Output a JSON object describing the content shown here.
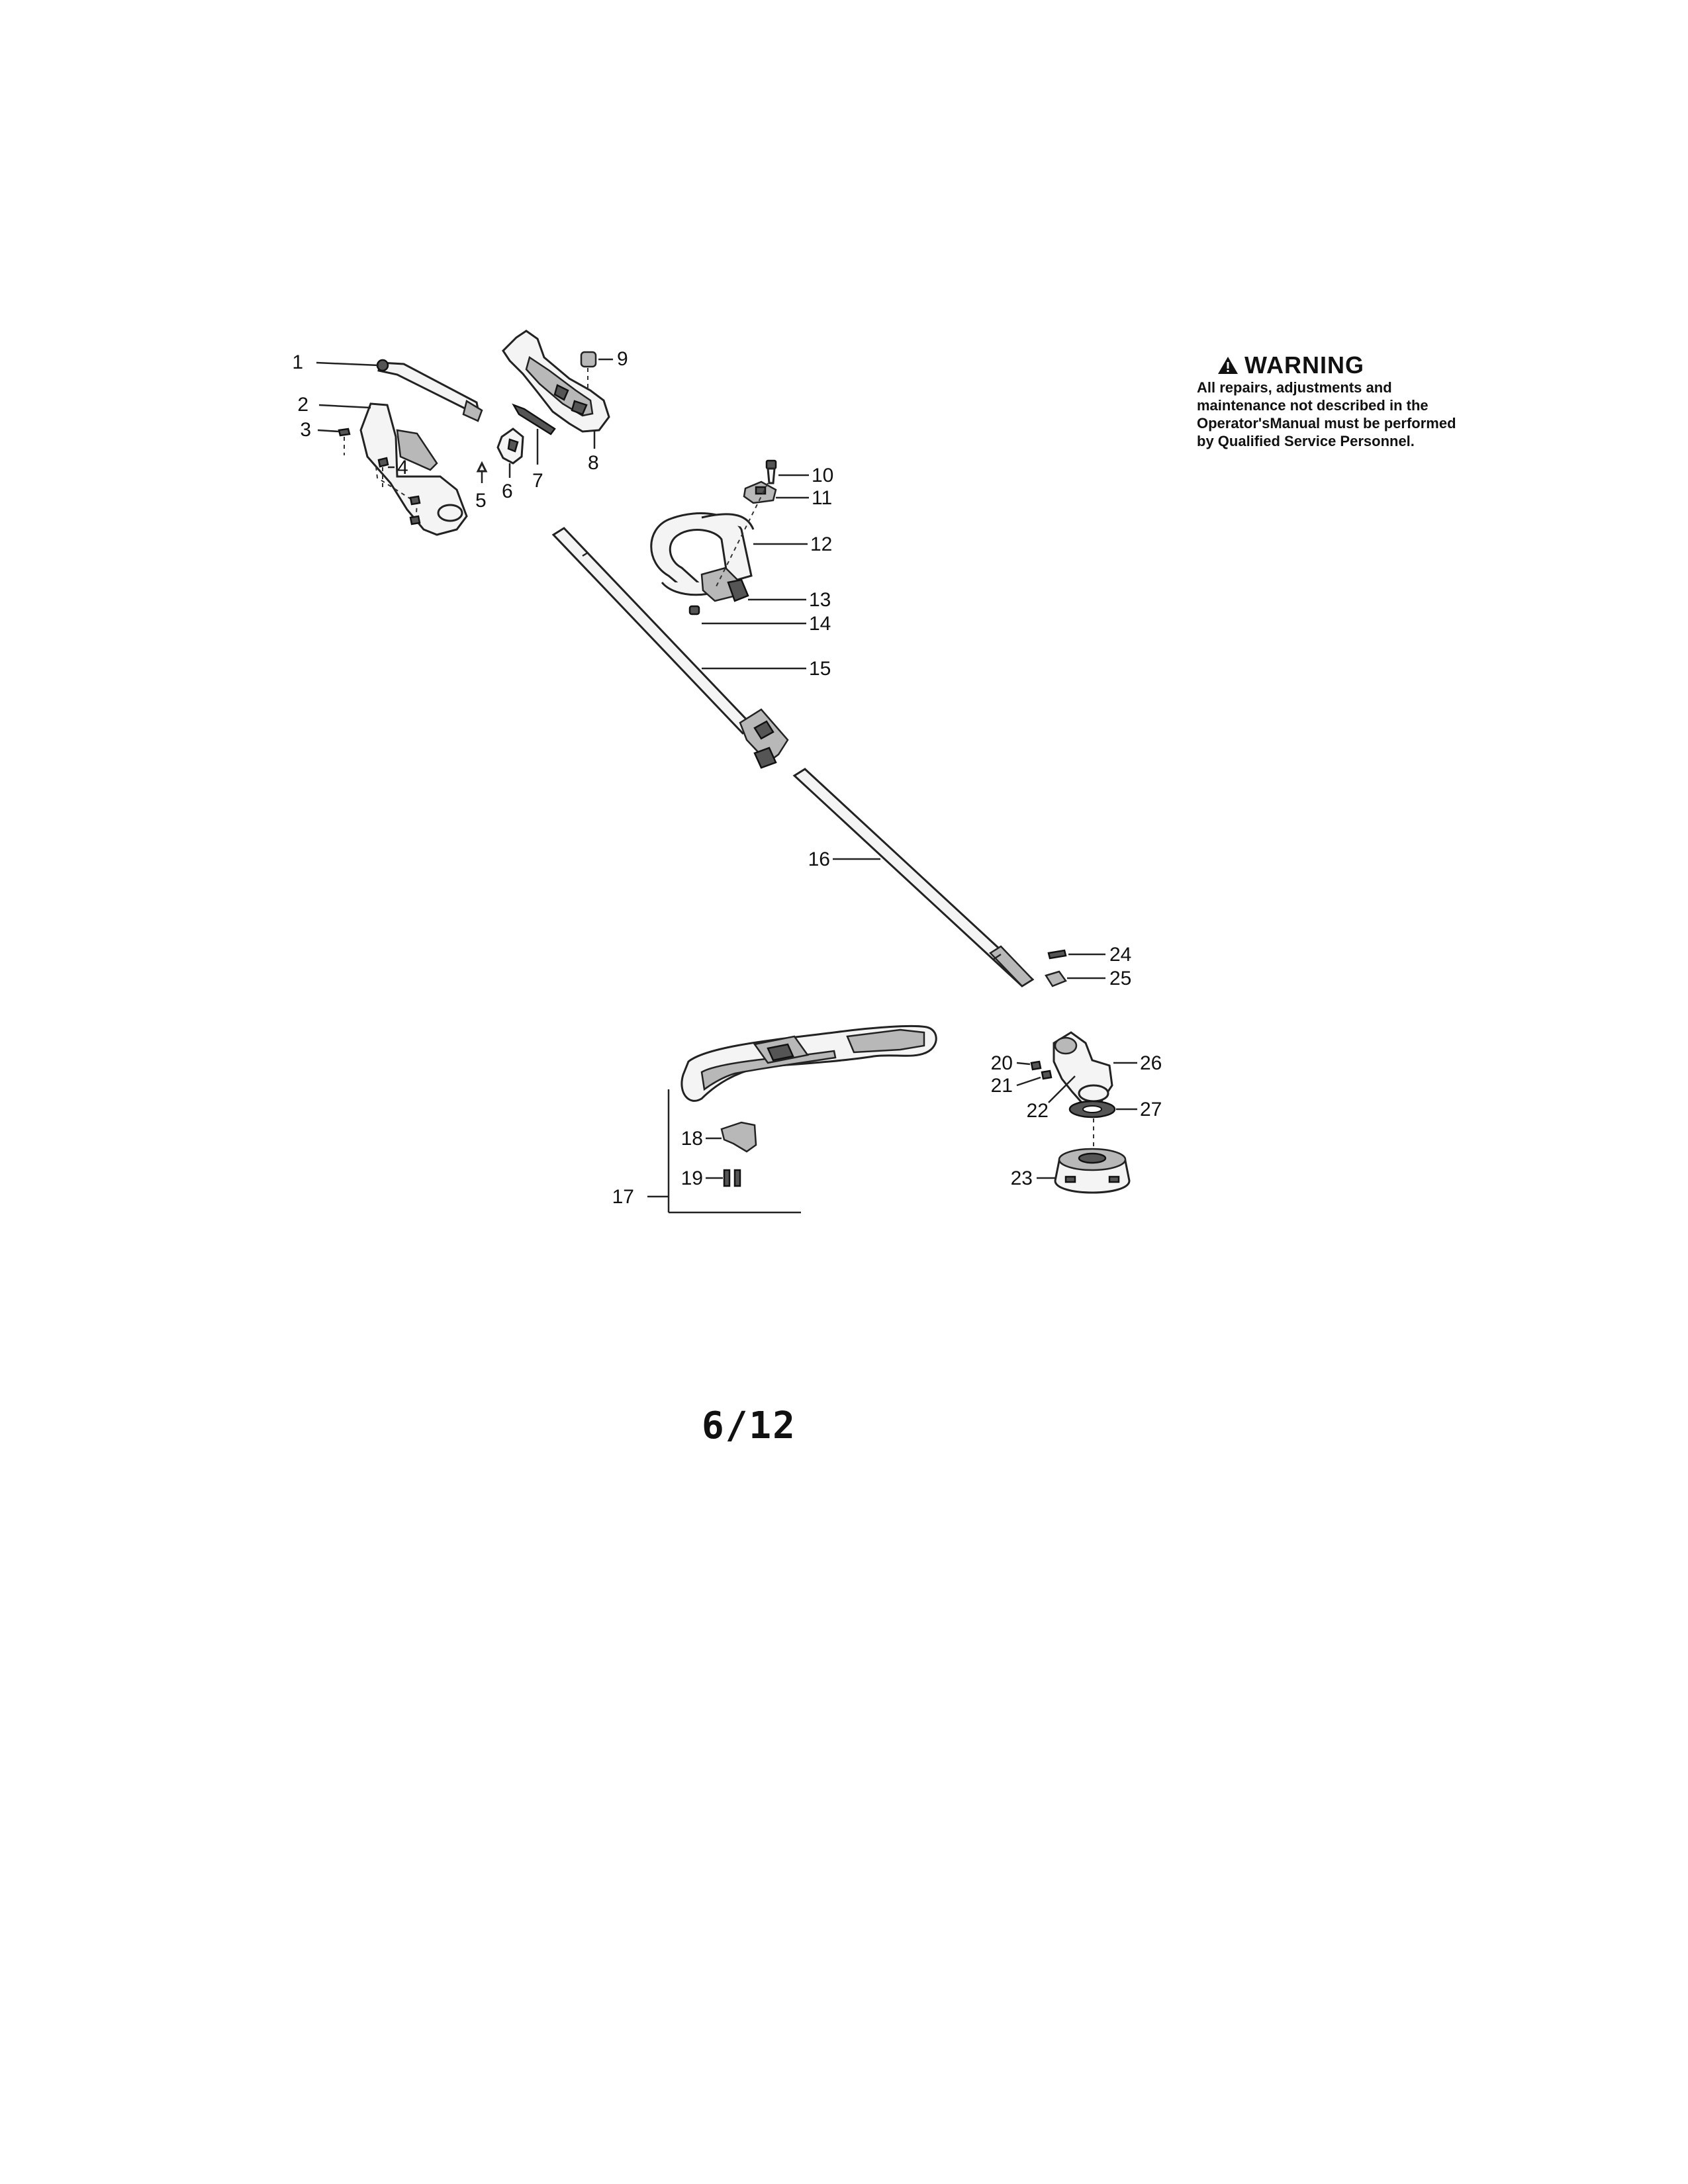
{
  "warning": {
    "title": "WARNING",
    "text": "All repairs, adjustments and maintenance not described in the Operator'sManual must be performed by Qualified Service Personnel."
  },
  "page_number": "6/12",
  "callouts": {
    "p1": "1",
    "p2": "2",
    "p3": "3",
    "p4": "4",
    "p5": "5",
    "p6": "6",
    "p7": "7",
    "p8": "8",
    "p9": "9",
    "p10": "10",
    "p11": "11",
    "p12": "12",
    "p13": "13",
    "p14": "14",
    "p15": "15",
    "p16": "16",
    "p17": "17",
    "p18": "18",
    "p19": "19",
    "p20": "20",
    "p21": "21",
    "p22": "22",
    "p23": "23",
    "p24": "24",
    "p25": "25",
    "p26": "26",
    "p27": "27"
  },
  "colors": {
    "ink": "#111111",
    "paper": "#ffffff"
  }
}
